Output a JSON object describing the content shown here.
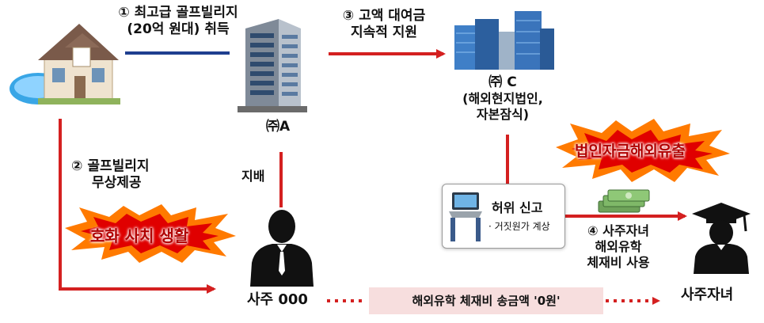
{
  "steps": {
    "step1": {
      "num": "①",
      "line1": "최고급 골프빌리지",
      "line2": "(20억 원대) 취득"
    },
    "step2": {
      "num": "②",
      "line1": "골프빌리지",
      "line2": "무상제공"
    },
    "step3": {
      "num": "③",
      "line1": "고액 대여금",
      "line2": "지속적 지원"
    },
    "step4": {
      "num": "④",
      "line1": "사주자녀",
      "line2": "해외유학",
      "line3": "체재비 사용"
    }
  },
  "entities": {
    "company_a": "㈜A",
    "company_c": {
      "title": "㈜ C",
      "line1": "(해외현지법인,",
      "line2": "자본잠식)"
    },
    "owner": "사주 000",
    "child": "사주자녀"
  },
  "relation": {
    "control": "지배"
  },
  "bursts": {
    "luxury_life": "호화 사치 생활",
    "capital_outflow": "법인자금해외유출"
  },
  "report_card": {
    "line1": "허위 신고",
    "line2": "· 거짓원가 계상"
  },
  "remittance_note": "해외유학 체재비 송금액 '0원'",
  "colors": {
    "arrow_red": "#d42020",
    "line_blue": "#1f3f8f",
    "burst_orange": "#ff7a00",
    "burst_red": "#e00000",
    "burst_text": "#b00000",
    "note_bg": "#f7dede"
  },
  "icons": [
    "villa-icon",
    "office-building-icon",
    "city-buildings-icon",
    "businessman-icon",
    "student-icon",
    "laptop-icon",
    "money-icon"
  ]
}
